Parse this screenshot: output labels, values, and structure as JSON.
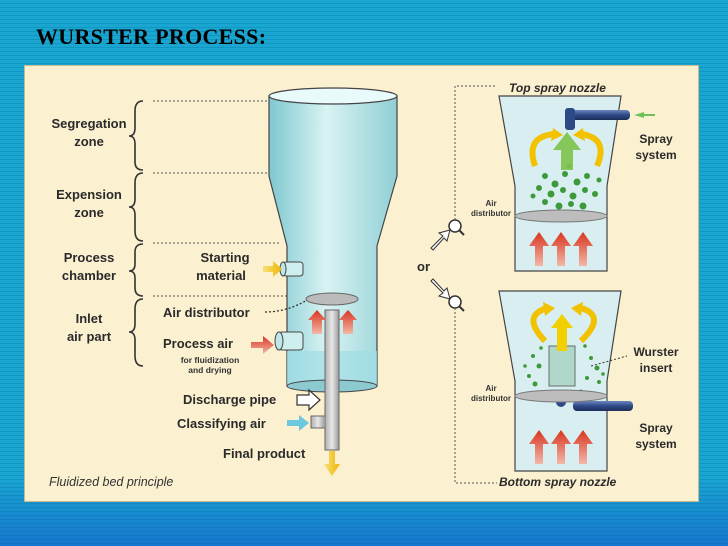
{
  "slide": {
    "title": "WURSTER PROCESS:"
  },
  "diagram": {
    "zones": [
      "Segregation zone",
      "Expension zone",
      "Process chamber",
      "Inlet air part"
    ],
    "zone_lines": [
      [
        "Segregation",
        "zone"
      ],
      [
        "Expension",
        "zone"
      ],
      [
        "Process",
        "chamber"
      ],
      [
        "Inlet",
        "air part"
      ]
    ],
    "labels": {
      "starting_material": [
        "Starting",
        "material"
      ],
      "air_distributor": "Air distributor",
      "process_air": "Process air",
      "process_air_sub": [
        "for fluidization",
        "and drying"
      ],
      "discharge_pipe": "Discharge pipe",
      "classifying_air": "Classifying air",
      "final_product": "Final product",
      "or": "or",
      "caption": "Fluidized bed principle"
    },
    "top_spray": {
      "title": "Top spray nozzle",
      "air_distributor": [
        "Air",
        "distributor"
      ],
      "spray_system": [
        "Spray",
        "system"
      ]
    },
    "bottom_spray": {
      "title": "Bottom spray nozzle",
      "air_distributor": [
        "Air",
        "distributor"
      ],
      "wurster_insert": [
        "Wurster",
        "insert"
      ],
      "spray_system": [
        "Spray",
        "system"
      ]
    },
    "colors": {
      "panel": "#fbf0d0",
      "vessel": "#a9dde0",
      "air_arrow": "#e04a3a",
      "material_arrow": "#f5c400",
      "particles": "#3d9a3a",
      "nozzle": "#2e4a86",
      "background": "#15a2cd"
    }
  }
}
